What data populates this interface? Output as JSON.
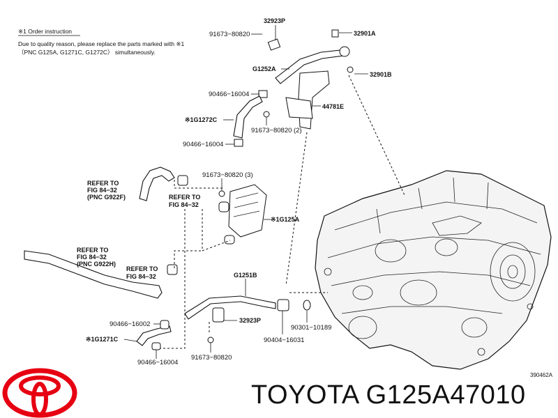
{
  "note": {
    "heading": "※1 Order instruction",
    "line1": "Due to quality reason, please replace the parts marked with ※1",
    "line2": "（PNC G125A, G1271C, G1272C）  simultaneously."
  },
  "labels": {
    "p32923P_top": "32923P",
    "p91673_80820_top": "91673−80820",
    "p32901A": "32901A",
    "pG1252A": "G1252A",
    "p32901B": "32901B",
    "p90466_16004_a": "90466−16004",
    "p44781E": "44781E",
    "pG1272C": "※1G1272C",
    "p91673_80820_2": "91673−80820 (2)",
    "p90466_16004_b": "90466−16004",
    "p91673_80820_3": "91673−80820 (3)",
    "pG125A": "※1G125A",
    "refer1": [
      "REFER TO",
      "FIG 84−32",
      "(PNC G922F)"
    ],
    "refer2": [
      "REFER TO",
      "FIG 84−32"
    ],
    "refer3": [
      "REFER TO",
      "FIG 84−32",
      "(PNC G922H)"
    ],
    "refer4": [
      "REFER TO",
      "FIG 84−32"
    ],
    "pG1251B": "G1251B",
    "p32923P_bottom": "32923P",
    "p90301_10189": "90301−10189",
    "p90404_16031": "90404−16031",
    "p90466_16002": "90466−16002",
    "pG1271C": "※1G1271C",
    "p90466_16004_c": "90466−16004",
    "p91673_80820_bottom": "91673−80820",
    "figure_id": "390462A"
  },
  "footer": {
    "brand_text": "TOYOTA G125A47010"
  },
  "colors": {
    "ink": "#111111",
    "background": "#ffffff",
    "logo_red": "#e60012"
  },
  "icons": {
    "logo": "toyota-logo-icon"
  }
}
